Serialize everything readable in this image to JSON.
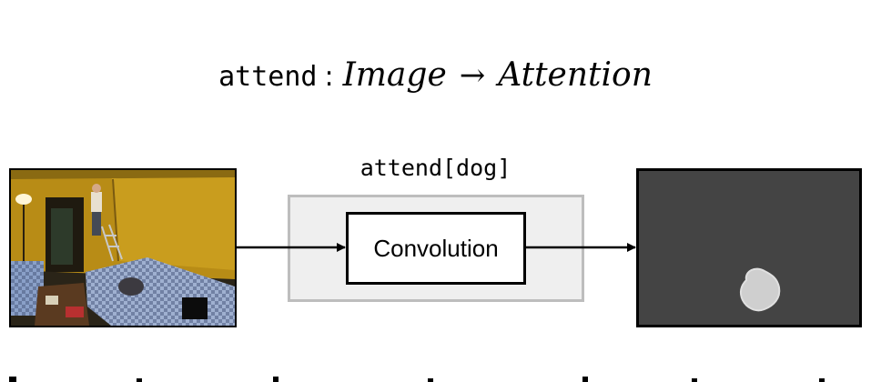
{
  "title": {
    "function_name": "attend",
    "colon": ":",
    "input_type": "Image",
    "arrow": "→",
    "output_type": "Attention"
  },
  "operator_label": "attend[dog]",
  "module_label": "Convolution"
}
